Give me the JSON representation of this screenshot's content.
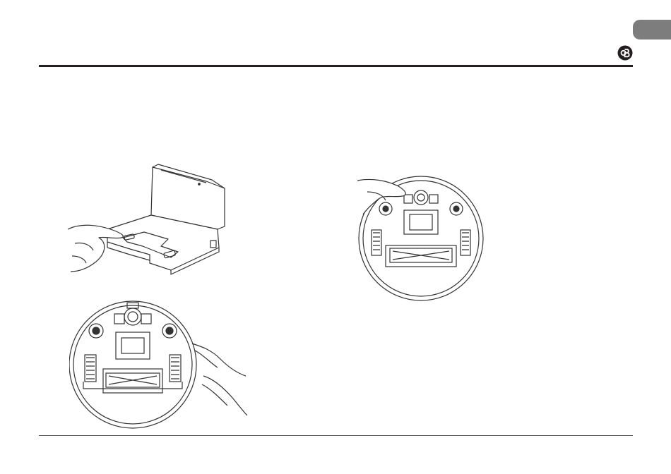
{
  "page": {
    "language_tab": "",
    "brand_logo": "brand-logo-icon"
  },
  "figures": [
    {
      "name": "docking-station-illustration",
      "icon": "docking-station-icon"
    },
    {
      "name": "robot-underside-side-brush-illustration",
      "icon": "robot-vacuum-underside-icon"
    },
    {
      "name": "robot-underside-caster-illustration",
      "icon": "robot-vacuum-underside-icon"
    }
  ],
  "colors": {
    "rule": "#231f20",
    "tab": "#7d7d7d",
    "line_art": "#333333"
  }
}
